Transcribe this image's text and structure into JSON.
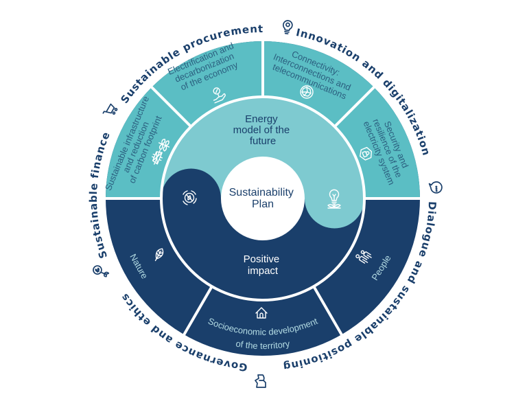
{
  "title": "Sustainability Plan",
  "colors": {
    "teal-outer": "#5bbec4",
    "teal-inner": "#7ecad0",
    "navy": "#1a3f6b",
    "seg-text-teal": "#2b5f7f",
    "seg-text-navy": "#b3dbe3"
  },
  "center": {
    "lines": [
      "Sustainability",
      "Plan"
    ]
  },
  "inner": {
    "top": {
      "lines": [
        "Energy",
        "model of the",
        "future"
      ],
      "icon": "lightbulb-plant-icon"
    },
    "bottom": {
      "lines": [
        "Positive",
        "impact"
      ],
      "icon": "no-plastic-recycle-icon"
    }
  },
  "segments": [
    {
      "lines": [
        "Sustainable infrastructure",
        "and reduction",
        "of carbon footprint"
      ],
      "icon": "power-tower-plant-icon"
    },
    {
      "lines": [
        "Electrification and",
        "decarbonization",
        "of the economy"
      ],
      "icon": "hand-leaf-icon"
    },
    {
      "lines": [
        "Connectivity:",
        "Interconnections and",
        "telecommunications"
      ],
      "icon": "network-globe-icon"
    },
    {
      "lines": [
        "Security and",
        "resilience of the",
        "electricity system"
      ],
      "icon": "shield-lock-icon"
    },
    {
      "lines": [
        "People"
      ],
      "icon": "people-icon"
    },
    {
      "lines": [
        "Socioeconomic development",
        "of the territory"
      ],
      "icon": "house-icon"
    },
    {
      "lines": [
        "Nature"
      ],
      "icon": "leaf-icon"
    }
  ],
  "outer_labels": [
    {
      "label": "Sustainable procurement",
      "icon": "shopping-cart-icon"
    },
    {
      "label": "Innovation and digitalization",
      "icon": "lightbulb-icon"
    },
    {
      "label": "Dialogue and sustainable positioning",
      "icon": "chat-bubble-icon"
    },
    {
      "label": "Governance and ethics",
      "icon": "hand-icon"
    },
    {
      "label": "Sustainable finance",
      "icon": "coin-sprout-icon"
    }
  ]
}
